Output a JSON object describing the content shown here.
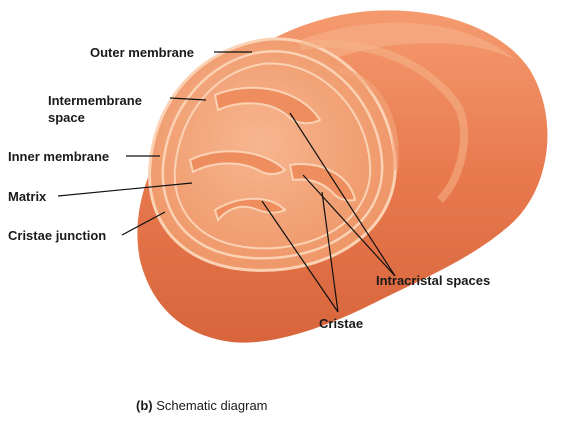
{
  "colors": {
    "body_outer": "#e8794d",
    "body_highlight": "#f49a6e",
    "cut_face": "#f4ab82",
    "membrane_line": "#fbd2b4",
    "crista_fill": "#ee8e5f",
    "leader_line": "#111111"
  },
  "labels": {
    "outer_membrane": "Outer membrane",
    "intermembrane_space": "Intermembrane space",
    "inner_membrane": "Inner membrane",
    "matrix": "Matrix",
    "cristae_junction": "Cristae junction",
    "intracristal_spaces": "Intracristal spaces",
    "cristae": "Cristae"
  },
  "caption": {
    "panel": "(b)",
    "text": "Schematic diagram"
  }
}
